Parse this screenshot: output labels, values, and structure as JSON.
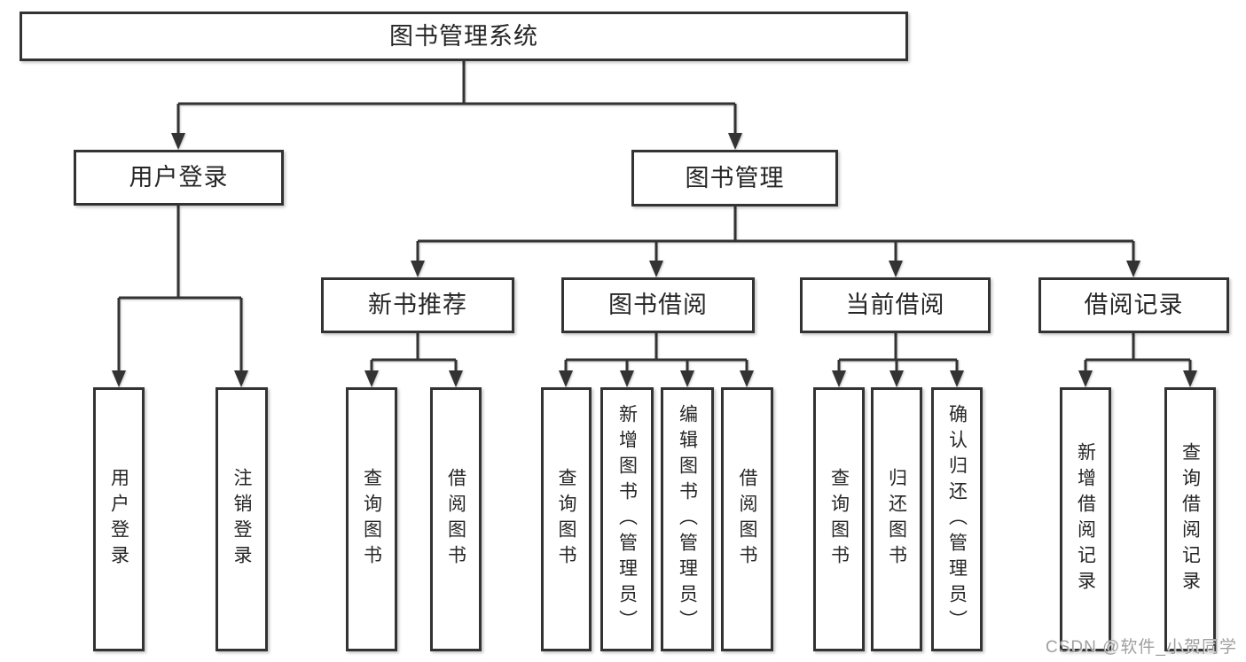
{
  "root": {
    "label": "图书管理系统"
  },
  "modules": {
    "user_login": {
      "label": "用户登录"
    },
    "book_management": {
      "label": "图书管理"
    }
  },
  "submodules": {
    "new_book_recommendation": {
      "label": "新书推荐"
    },
    "book_borrowing": {
      "label": "图书借阅"
    },
    "current_borrowing": {
      "label": "当前借阅"
    },
    "borrowing_records": {
      "label": "借阅记录"
    }
  },
  "functions": {
    "login": {
      "label": "用户登录"
    },
    "logout": {
      "label": "注销登录"
    },
    "recommend_query_books": {
      "label": "查询图书"
    },
    "recommend_borrow_books": {
      "label": "借阅图书"
    },
    "borrowing_query_books": {
      "label": "查询图书"
    },
    "borrowing_add_books_admin": {
      "label": "新增图书（管理员）"
    },
    "borrowing_edit_books_admin": {
      "label": "编辑图书（管理员）"
    },
    "borrowing_borrow_books": {
      "label": "借阅图书"
    },
    "current_query_books": {
      "label": "查询图书"
    },
    "current_return_books": {
      "label": "归还图书"
    },
    "current_confirm_return_admin": {
      "label": "确认归还（管理员）"
    },
    "records_add_record": {
      "label": "新增借阅记录"
    },
    "records_query_record": {
      "label": "查询借阅记录"
    }
  },
  "watermark": {
    "label": "CSDN @软件_小贺同学"
  },
  "colors": {
    "line": "#333333",
    "text": "#262626",
    "watermark": "#a0a0a0",
    "background": "#ffffff"
  }
}
